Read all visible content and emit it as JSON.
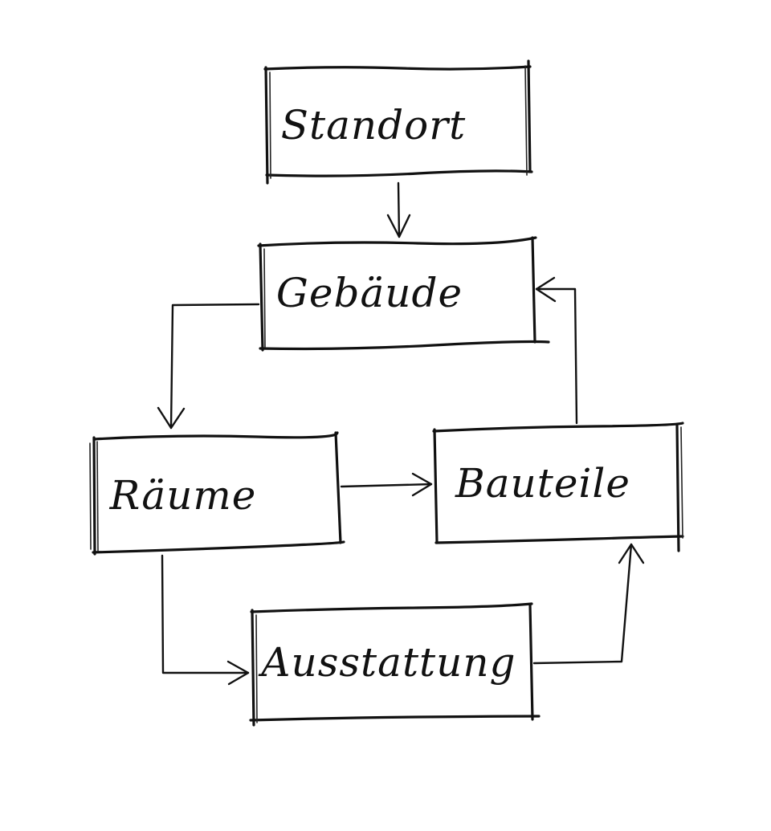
{
  "diagram": {
    "nodes": {
      "standort": "Standort",
      "gebaeude": "Gebäude",
      "raeume": "Räume",
      "bauteile": "Bauteile",
      "ausstattung": "Ausstattung"
    },
    "edges": [
      {
        "from": "Standort",
        "to": "Gebäude"
      },
      {
        "from": "Gebäude",
        "to": "Räume"
      },
      {
        "from": "Räume",
        "to": "Bauteile"
      },
      {
        "from": "Bauteile",
        "to": "Gebäude"
      },
      {
        "from": "Räume",
        "to": "Ausstattung"
      },
      {
        "from": "Ausstattung",
        "to": "Bauteile"
      }
    ]
  }
}
